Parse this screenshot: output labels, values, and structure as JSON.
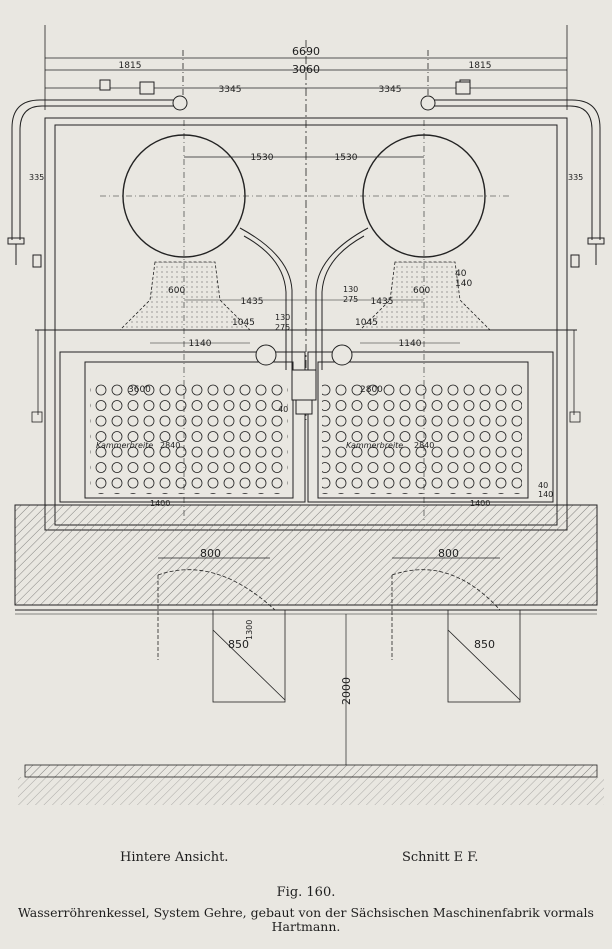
{
  "dimensions": {
    "total_width": "6690",
    "inner_width": "3060",
    "pipe_span": "1815",
    "half_width": "3345",
    "pipe_offset": "335",
    "drum_spacing": "1530",
    "manhole": "600",
    "drum_offset": "1435",
    "nozzle_a": "130",
    "nozzle_b": "275",
    "nozzle_c": "1045",
    "header_width": "1140",
    "chamber_width_left": "3600",
    "chamber_width_right": "2800",
    "chamber_inner": "2840",
    "chamber_base": "1400",
    "small_a": "40",
    "small_b": "140",
    "flue_width": "800",
    "flue_depth": "1300",
    "ashpit": "850",
    "foundation": "2000",
    "chamber_label": "Kammerbreite",
    "angle": "40"
  },
  "view_left": "Hintere Ansicht.",
  "view_right": "Schnitt E F.",
  "figure_number": "Fig. 160.",
  "caption": "Wasserröhrenkessel, System Gehre, gebaut von der Sächsischen Maschinenfabrik vormals Hartmann."
}
